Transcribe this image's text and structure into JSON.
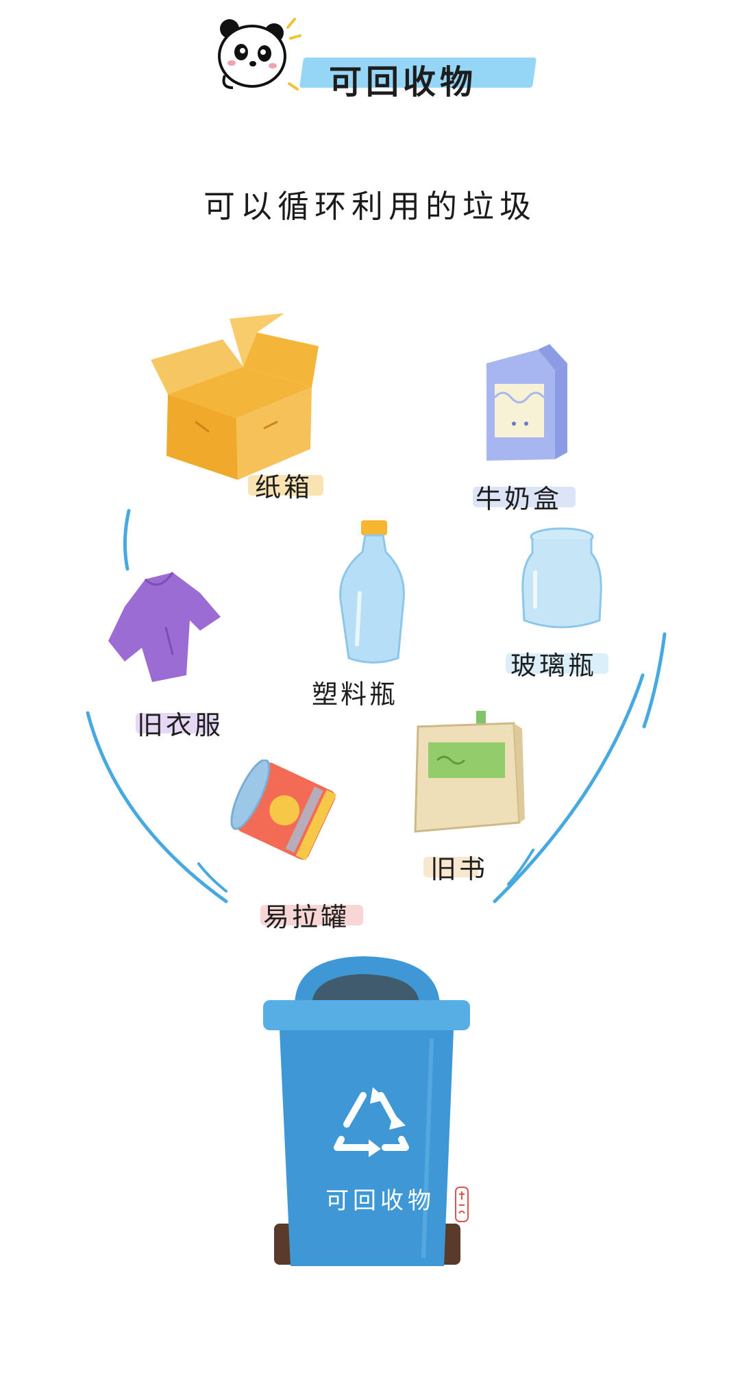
{
  "header": {
    "title": "可回收物",
    "subtitle": "可以循环利用的垃圾"
  },
  "items": [
    {
      "label": "纸箱",
      "icon": "cardboard-box-icon",
      "highlight": "#f6d48a"
    },
    {
      "label": "牛奶盒",
      "icon": "milk-carton-icon",
      "highlight": "#c9d6f4"
    },
    {
      "label": "塑料瓶",
      "icon": "plastic-bottle-icon",
      "highlight": "#ffffff"
    },
    {
      "label": "玻璃瓶",
      "icon": "glass-jar-icon",
      "highlight": "#c8e6f7"
    },
    {
      "label": "旧衣服",
      "icon": "shirt-icon",
      "highlight": "#d9c3ee"
    },
    {
      "label": "易拉罐",
      "icon": "soda-can-icon",
      "highlight": "#f5c0c0"
    },
    {
      "label": "旧书",
      "icon": "book-icon",
      "highlight": "#f3dcb5"
    }
  ],
  "bin": {
    "label": "可回收物",
    "icon": "recycle-icon",
    "color": "#3f98d6"
  },
  "colors": {
    "accent": "#8fd3f4",
    "arc": "#47a9e0"
  }
}
